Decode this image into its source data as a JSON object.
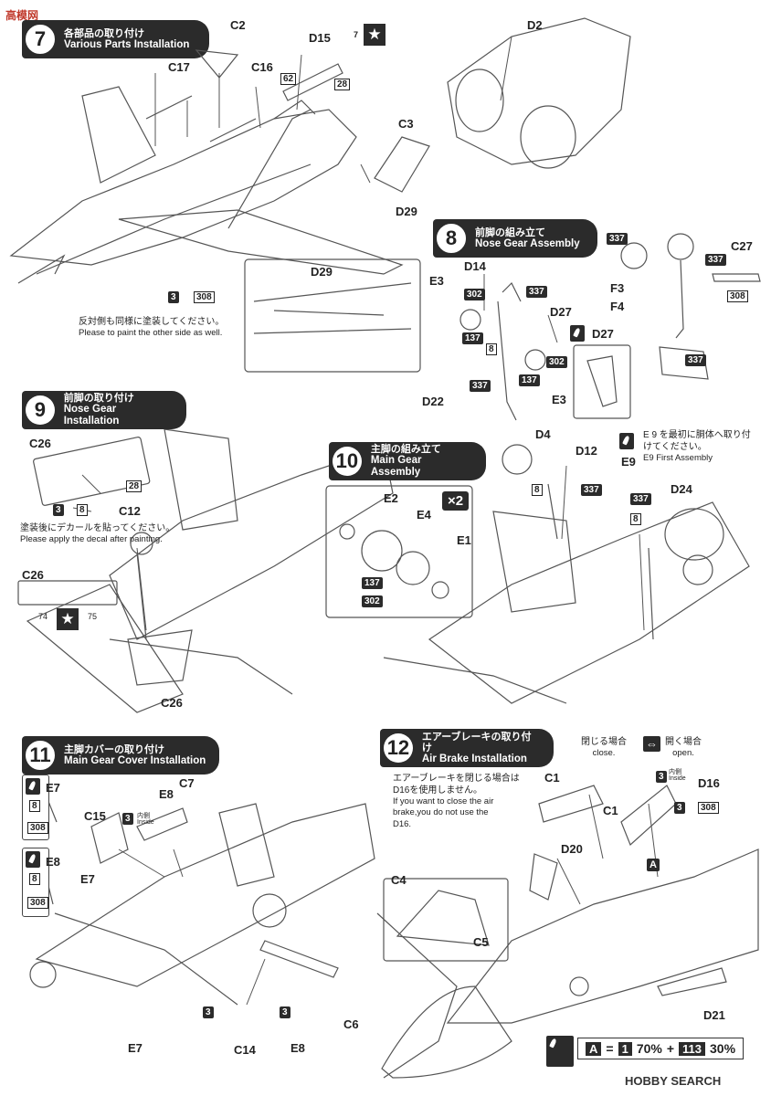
{
  "watermark": {
    "top_left": "高模网",
    "bottom_right": "HOBBY SEARCH"
  },
  "step7": {
    "num": "7",
    "jp": "各部品の取り付け",
    "en": "Various Parts Installation",
    "labels": [
      "C2",
      "D15",
      "C17",
      "C16",
      "C3",
      "D29",
      "D29"
    ],
    "paints": [
      "62",
      "28",
      "3",
      "308"
    ],
    "decal": "7",
    "note_jp": "反対側も同様に塗装してください。",
    "note_en": "Please to paint the other side as well."
  },
  "step8": {
    "num": "8",
    "jp": "前脚の組み立て",
    "en": "Nose Gear Assembly",
    "labels": [
      "D2",
      "D14",
      "E3",
      "D27",
      "D27",
      "E3",
      "D22",
      "D4",
      "F3",
      "F4",
      "C27"
    ],
    "paints": [
      "302",
      "337",
      "137",
      "8",
      "302",
      "137",
      "337",
      "337",
      "337",
      "337",
      "308"
    ]
  },
  "step9": {
    "num": "9",
    "jp": "前脚の取り付け",
    "en": "Nose Gear Installation",
    "labels": [
      "C26",
      "C12",
      "C26",
      "C26"
    ],
    "paints": [
      "28",
      "3",
      "8"
    ],
    "note_jp": "塗装後にデカールを貼ってください。",
    "note_en": "Please apply the decal after painting.",
    "decals": [
      "74",
      "75"
    ]
  },
  "step10": {
    "num": "10",
    "jp": "主脚の組み立て",
    "en": "Main Gear Assembly",
    "labels": [
      "E2",
      "E4",
      "E1",
      "D12",
      "E9",
      "D24"
    ],
    "multiplier": "×2",
    "paints": [
      "137",
      "302",
      "8",
      "337",
      "337",
      "8"
    ],
    "note_jp": "E 9 を最初に胴体へ取り付けてください。",
    "note_en": "E9 First Assembly"
  },
  "step11": {
    "num": "11",
    "jp": "主脚カバーの取り付け",
    "en": "Main Gear Cover Installation",
    "labels": [
      "E7",
      "E8",
      "C7",
      "C15",
      "E7",
      "E8",
      "C6",
      "E7",
      "C14",
      "E8"
    ],
    "paints": [
      "8",
      "308",
      "8",
      "308",
      "3",
      "3",
      "3"
    ],
    "inside": "内側",
    "inside_en": "Inside"
  },
  "step12": {
    "num": "12",
    "jp": "エアーブレーキの取り付け",
    "en": "Air Brake Installation",
    "closed_jp": "閉じる場合",
    "closed_en": "close.",
    "open_jp": "開く場合",
    "open_en": "open.",
    "note_jp1": "エアーブレーキを閉じる場合は",
    "note_jp2": "D16を使用しません。",
    "note_en": "If you want to close the air brake,you do not use the D16.",
    "labels": [
      "C1",
      "C1",
      "D16",
      "D20",
      "A",
      "C4",
      "C5",
      "D21"
    ],
    "paints": [
      "3",
      "3",
      "308"
    ],
    "inside": "内側",
    "inside_en": "Inside"
  },
  "mix": {
    "letter": "A",
    "eq": "=",
    "c1": "1",
    "p1": "70%",
    "plus": "+",
    "c2": "113",
    "p2": "30%"
  },
  "colors": {
    "header_bg": "#2b2b2b",
    "line": "#555555",
    "paper": "#ffffff"
  }
}
